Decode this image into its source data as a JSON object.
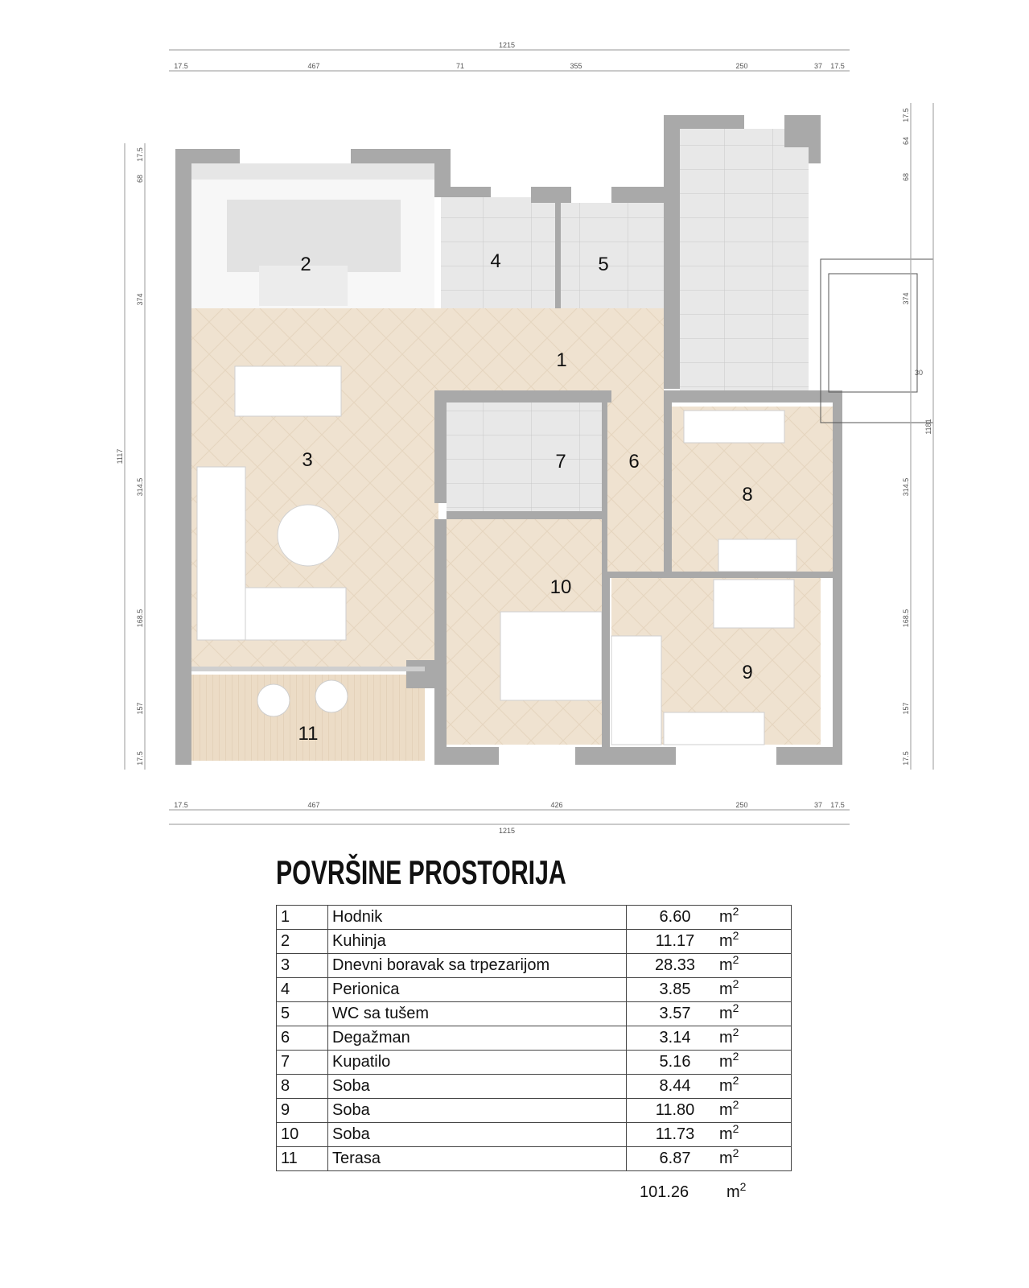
{
  "dimensions": {
    "top_total": "1215",
    "top_segments": [
      "17.5",
      "467",
      "71",
      "355",
      "250",
      "37",
      "17.5"
    ],
    "bottom_segments": [
      "17.5",
      "467",
      "426",
      "250",
      "37",
      "17.5"
    ],
    "bottom_total": "1215",
    "left_total": "1117",
    "left_segments": [
      "17.5",
      "68",
      "374",
      "314.5",
      "168.5",
      "157",
      "17.5"
    ],
    "right_total": "1181",
    "right_segments": [
      "17.5",
      "64",
      "68",
      "374",
      "314.5",
      "168.5",
      "157",
      "17.5"
    ],
    "right_step": "30"
  },
  "room_labels": [
    "1",
    "2",
    "3",
    "4",
    "5",
    "6",
    "7",
    "8",
    "9",
    "10",
    "11"
  ],
  "colors": {
    "wall": "#a9a9a9",
    "wood": "#efe2d0",
    "tile": "#e6e6e6",
    "terrace": "#ead9c3"
  },
  "table": {
    "title": "POVRŠINE PROSTORIJA",
    "unit": "m",
    "unit_exp": "2",
    "rows": [
      {
        "num": "1",
        "name": "Hodnik",
        "area": "6.60"
      },
      {
        "num": "2",
        "name": "Kuhinja",
        "area": "11.17"
      },
      {
        "num": "3",
        "name": "Dnevni boravak sa trpezarijom",
        "area": "28.33"
      },
      {
        "num": "4",
        "name": "Perionica",
        "area": "3.85"
      },
      {
        "num": "5",
        "name": "WC sa tušem",
        "area": "3.57"
      },
      {
        "num": "6",
        "name": "Degažman",
        "area": "3.14"
      },
      {
        "num": "7",
        "name": "Kupatilo",
        "area": "5.16"
      },
      {
        "num": "8",
        "name": "Soba",
        "area": "8.44"
      },
      {
        "num": "9",
        "name": "Soba",
        "area": "11.80"
      },
      {
        "num": "10",
        "name": "Soba",
        "area": "11.73"
      },
      {
        "num": "11",
        "name": "Terasa",
        "area": "6.87"
      }
    ],
    "total": "101.26"
  }
}
